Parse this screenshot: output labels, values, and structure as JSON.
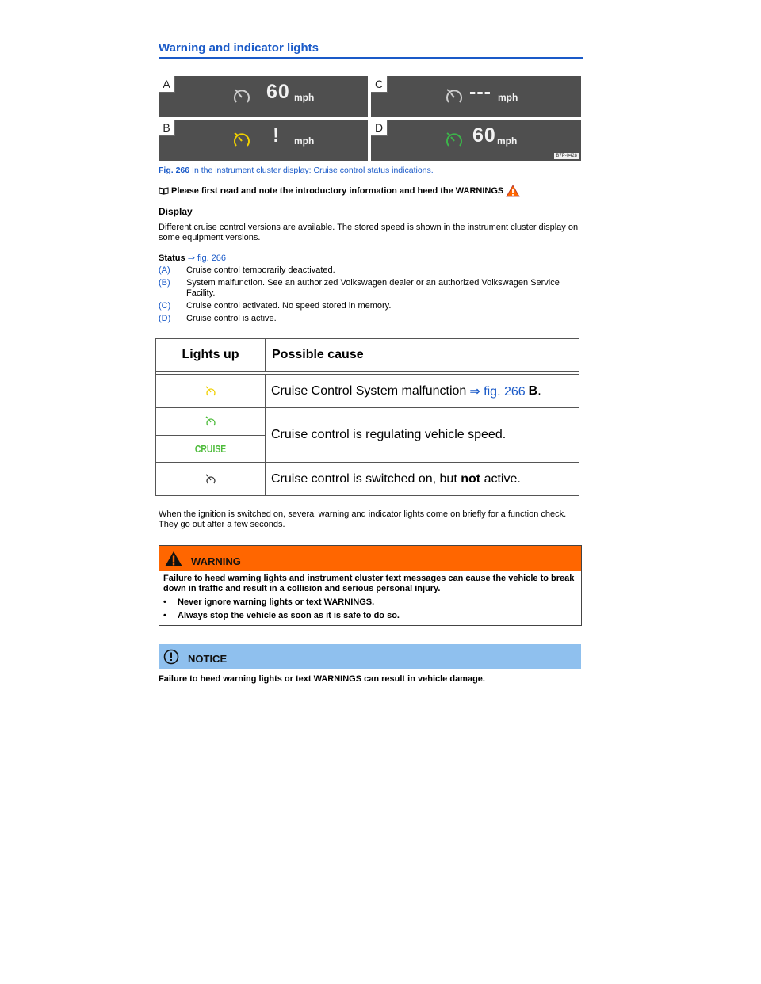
{
  "title": "Warning and indicator lights",
  "figure": {
    "panels": [
      {
        "letter": "A",
        "speed": "60",
        "unit": "mph",
        "icon_color": "#cfcfcf"
      },
      {
        "letter": "C",
        "speed": "---",
        "unit": "mph",
        "icon_color": "#cfcfcf"
      },
      {
        "letter": "B",
        "speed": "!",
        "unit": "mph",
        "icon_color": "#f0d000"
      },
      {
        "letter": "D",
        "speed": "60",
        "unit": "mph",
        "icon_color": "#3cb44a"
      }
    ],
    "code": "B7P-0428",
    "caption_label": "Fig. 266",
    "caption_text": "In the instrument cluster display: Cruise control status indications."
  },
  "intro": "Please first read and note the introductory information and heed the WARNINGS",
  "display": {
    "heading": "Display",
    "text": "Different cruise control versions are available. The stored speed is shown in the instrument cluster display on some equipment versions."
  },
  "status": {
    "label": "Status",
    "ref": "⇒ fig. 266",
    "items": [
      {
        "key": "(A)",
        "text": "Cruise control temporarily deactivated."
      },
      {
        "key": "(B)",
        "text": "System malfunction. See an authorized Volkswagen dealer or an authorized Volkswagen Service Facility."
      },
      {
        "key": "(C)",
        "text": "Cruise control activated. No speed stored in memory."
      },
      {
        "key": "(D)",
        "text": "Cruise control is active."
      }
    ]
  },
  "table": {
    "col1": "Lights up",
    "col2": "Possible cause",
    "row1_text": "Cruise Control System malfunction",
    "row1_ref": "⇒ fig. 266",
    "row1_bold": "B",
    "row1_end": ".",
    "cruise_label": "CRUISE",
    "row2_text": "Cruise control is regulating vehicle speed.",
    "row3_text_a": "Cruise control is switched on, but",
    "row3_bold": "not",
    "row3_text_b": "active."
  },
  "after_table": "When the ignition is switched on, several warning and indicator lights come on briefly for a function check. They go out after a few seconds.",
  "warning": {
    "label": "WARNING",
    "text": "Failure to heed warning lights and instrument cluster text messages can cause the vehicle to break down in traffic and result in a collision and serious personal injury.",
    "bullets": [
      "Never ignore warning lights or text WARNINGS.",
      "Always stop the vehicle as soon as it is safe to do so."
    ],
    "bullet_char": "•"
  },
  "notice": {
    "label": "NOTICE",
    "text": "Failure to heed warning lights or text WARNINGS can result in vehicle damage."
  },
  "colors": {
    "link": "#1a5ac8",
    "warning_bg": "#ff6600",
    "notice_bg": "#8fc0ee",
    "icon_yellow": "#f0d000",
    "icon_green": "#4dbb3a"
  }
}
